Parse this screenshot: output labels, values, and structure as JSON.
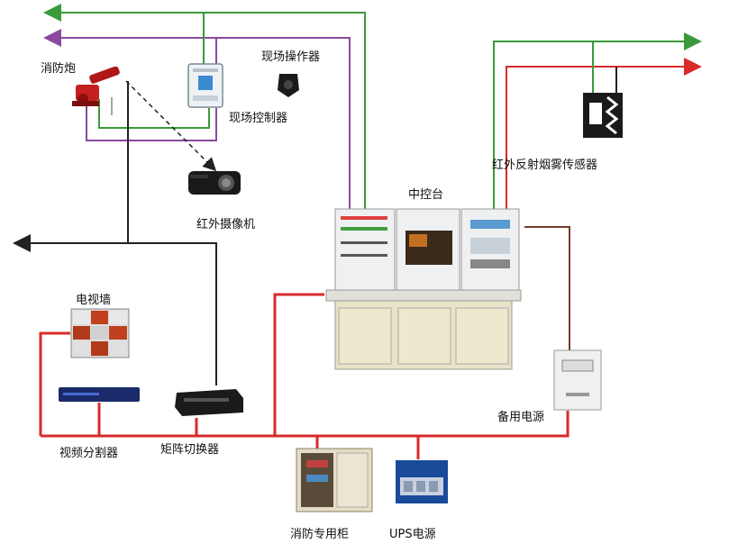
{
  "labels": {
    "fire_cannon": "消防炮",
    "field_operator": "现场操作器",
    "field_controller": "现场控制器",
    "ir_camera": "红外摄像机",
    "central_console": "中控台",
    "ir_smoke_sensor": "红外反射烟雾传感器",
    "video_wall": "电视墙",
    "video_splitter": "视频分割器",
    "matrix_switcher": "矩阵切换器",
    "backup_power": "备用电源",
    "fire_cabinet": "消防专用柜",
    "ups_power": "UPS电源"
  },
  "wire_colors": {
    "green": "#3a9a3a",
    "purple": "#8a4aa0",
    "red": "#d92a2a",
    "brown": "#7a3a2a",
    "black": "#222222"
  }
}
